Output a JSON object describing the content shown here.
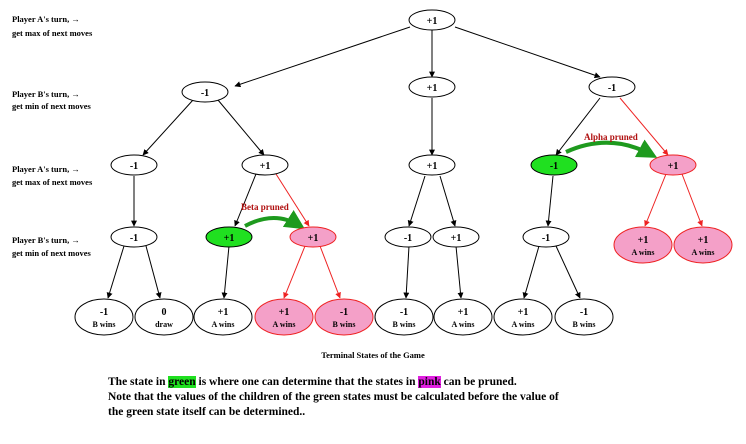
{
  "row_labels": [
    {
      "line1": "Player A's turn,  →",
      "line2": "get max of next moves"
    },
    {
      "line1": "Player B's turn,  →",
      "line2": "get min of next moves"
    },
    {
      "line1": "Player A's turn,  →",
      "line2": "get max of next moves"
    },
    {
      "line1": "Player B's turn,  →",
      "line2": "get min of next moves"
    }
  ],
  "nodes": {
    "root": {
      "value": "+1"
    },
    "l1": [
      {
        "value": "-1"
      },
      {
        "value": "+1"
      },
      {
        "value": "-1"
      }
    ],
    "l2": [
      {
        "value": "-1"
      },
      {
        "value": "+1"
      },
      {
        "value": "+1"
      },
      {
        "value": "-1"
      },
      {
        "value": "+1"
      }
    ],
    "l3": [
      {
        "value": "-1"
      },
      {
        "value": "+1"
      },
      {
        "value": "+1"
      },
      {
        "value": "-1"
      },
      {
        "value": "+1"
      },
      {
        "value": "-1"
      },
      {
        "value": "+1",
        "sub": "A wins"
      },
      {
        "value": "+1",
        "sub": "A wins"
      }
    ],
    "leaves": [
      {
        "value": "-1",
        "sub": "B wins"
      },
      {
        "value": "0",
        "sub": "draw"
      },
      {
        "value": "+1",
        "sub": "A wins"
      },
      {
        "value": "+1",
        "sub": "A wins"
      },
      {
        "value": "-1",
        "sub": "B wins"
      },
      {
        "value": "-1",
        "sub": "B wins"
      },
      {
        "value": "+1",
        "sub": "A wins"
      },
      {
        "value": "+1",
        "sub": "A wins"
      },
      {
        "value": "-1",
        "sub": "B wins"
      }
    ]
  },
  "annotations": {
    "beta": "Beta pruned",
    "alpha": "Alpha pruned",
    "terminal_caption": "Terminal States of the Game"
  },
  "colors": {
    "green": "#20e020",
    "pink": "#f4a0c8",
    "pink_edge": "#ee2222",
    "pruned_label": "#b01010",
    "arrow_green": "#1e9a1e"
  },
  "notes": {
    "line1_a": "The state in ",
    "line1_green": "green",
    "line1_b": " is where one can determine that the states in ",
    "line1_pink": "pink",
    "line1_c": " can be pruned.",
    "line2": "Note that the values of the children of the green states must be calculated before the value of",
    "line3": "the green state itself can be determined.."
  }
}
